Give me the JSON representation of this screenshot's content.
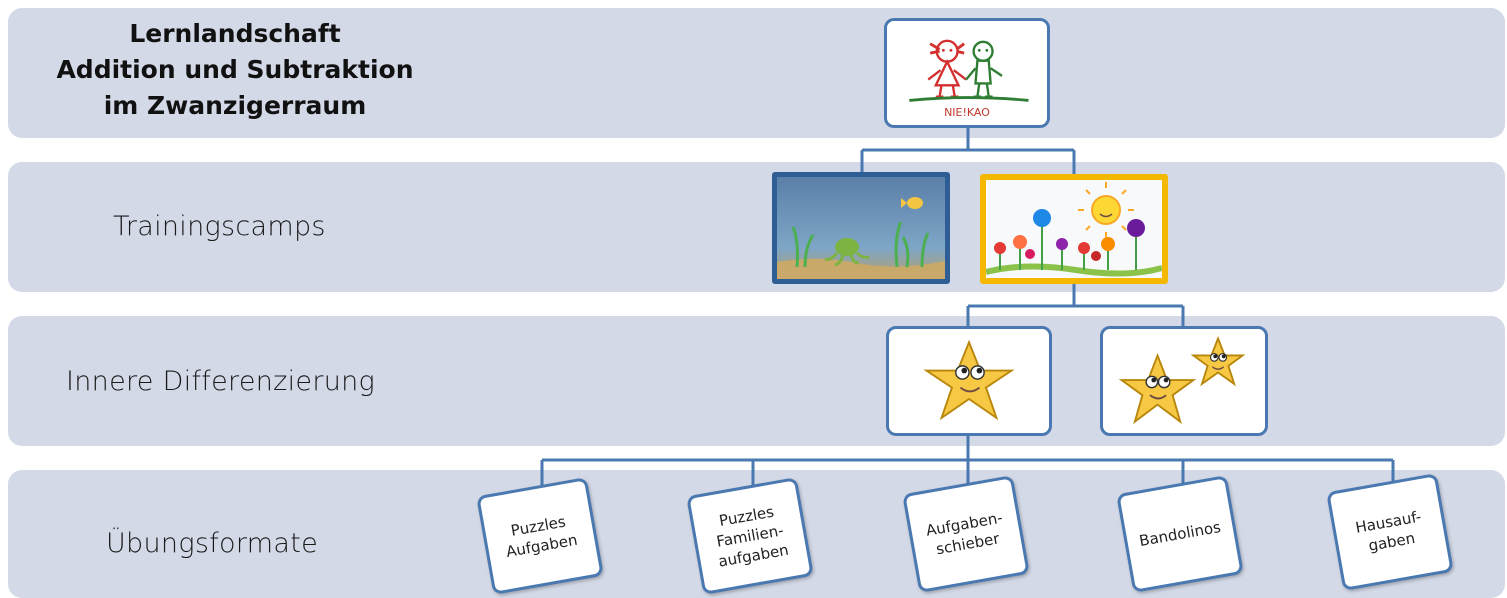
{
  "title": {
    "line1": "Lernlandschaft",
    "line2": "Addition und Subtraktion",
    "line3": "im  Zwanzigerraum"
  },
  "logo": {
    "text": "NIE!KAO"
  },
  "rows": {
    "training": "Trainingscamps",
    "differentiation": "Innere Differenzierung",
    "formats": "Übungsformate"
  },
  "formats": [
    {
      "line1": "Puzzles",
      "line2": "Aufgaben",
      "line3": ""
    },
    {
      "line1": "Puzzles",
      "line2": "Familien-",
      "line3": "aufgaben"
    },
    {
      "line1": "Aufgaben-",
      "line2": "schieber",
      "line3": ""
    },
    {
      "line1": "Bandolinos",
      "line2": "",
      "line3": ""
    },
    {
      "line1": "Hausauf-",
      "line2": "gaben",
      "line3": ""
    }
  ],
  "colors": {
    "band": "#d3d9e7",
    "connector": "#4a78b0",
    "selected_border": "#f5b800"
  }
}
